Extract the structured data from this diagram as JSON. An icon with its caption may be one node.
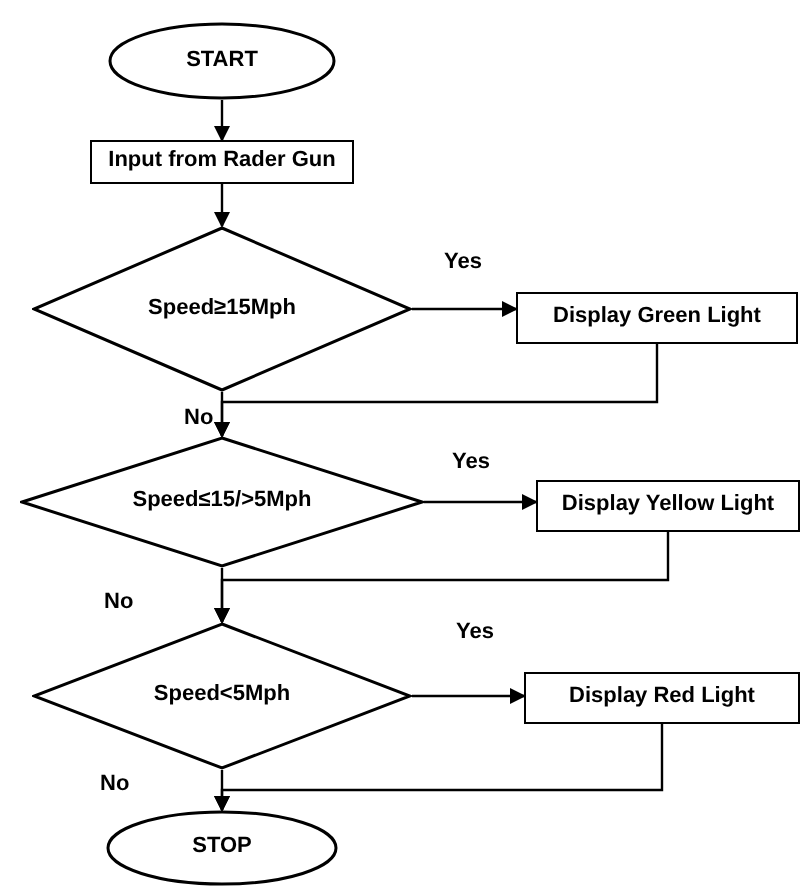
{
  "diagram": {
    "nodes": [
      {
        "text": [
          "START"
        ]
      },
      {
        "text": [
          "Input from Rader Gun"
        ]
      },
      {
        "text": [
          "Speed≥15Mph"
        ]
      },
      {
        "text": [
          "Display Green Light"
        ]
      },
      {
        "text": [
          "Speed≤15/>5Mph"
        ]
      },
      {
        "text": [
          "Display Yellow Light"
        ]
      },
      {
        "text": [
          "Speed<5Mph"
        ]
      },
      {
        "text": [
          "Display Red Light"
        ]
      },
      {
        "text": [
          "STOP"
        ]
      }
    ],
    "edges": [
      {
        "from": 0,
        "to": 1,
        "arrow": "to"
      },
      {
        "from": 1,
        "to": 2,
        "arrow": "to"
      },
      {
        "from": 2,
        "to": 3,
        "arrow": "to",
        "label": "Yes"
      },
      {
        "from": 2,
        "to": 4,
        "arrow": "to",
        "label": "No"
      },
      {
        "from": 3,
        "to": 4,
        "arrow": "to"
      },
      {
        "from": 4,
        "to": 5,
        "arrow": "to",
        "label": "Yes"
      },
      {
        "from": 4,
        "to": 6,
        "arrow": "to",
        "label": "No"
      },
      {
        "from": 5,
        "to": 6,
        "arrow": "to"
      },
      {
        "from": 6,
        "to": 7,
        "arrow": "to",
        "label": "Yes"
      },
      {
        "from": 6,
        "to": 8,
        "arrow": "to",
        "label": "No"
      },
      {
        "from": 7,
        "to": 8,
        "arrow": "to"
      }
    ]
  }
}
